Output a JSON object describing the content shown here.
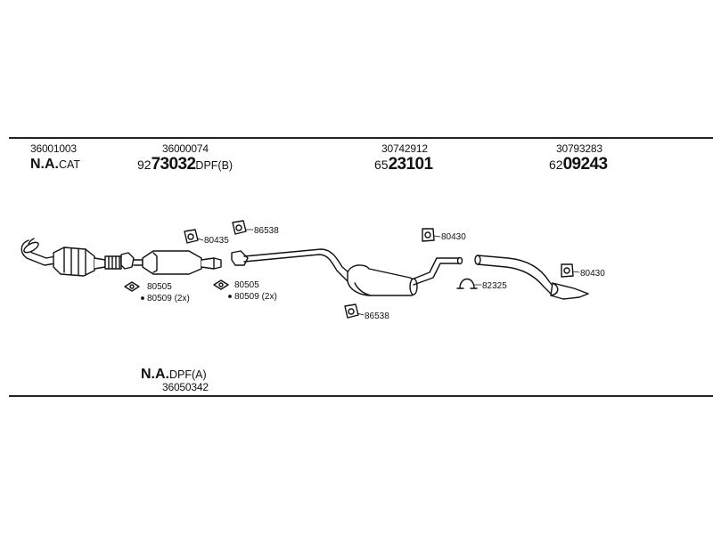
{
  "header_parts": {
    "p1_number": "36001003",
    "p1_label_bold": "N.A.",
    "p1_label_suffix": "CAT",
    "p2_number": "36000074",
    "p2_prefix": "92",
    "p2_bold": "73032",
    "p2_suffix": "DPF(B)",
    "p3_number": "30742912",
    "p3_prefix": "65",
    "p3_bold": "23101",
    "p4_number": "30793283",
    "p4_prefix": "62",
    "p4_bold": "09243"
  },
  "footer_part": {
    "label_bold": "N.A.",
    "label_suffix": "DPF(A)",
    "number": "36050342"
  },
  "callouts": {
    "c80435": "80435",
    "c86538_top": "86538",
    "c80430_mid": "80430",
    "c80430_right": "80430",
    "c82325": "82325",
    "c86538_bottom": "86538",
    "c80505_a": "80505",
    "c80509_a": "80509 (2x)",
    "c80505_b": "80505",
    "c80509_b": "80509 (2x)"
  }
}
